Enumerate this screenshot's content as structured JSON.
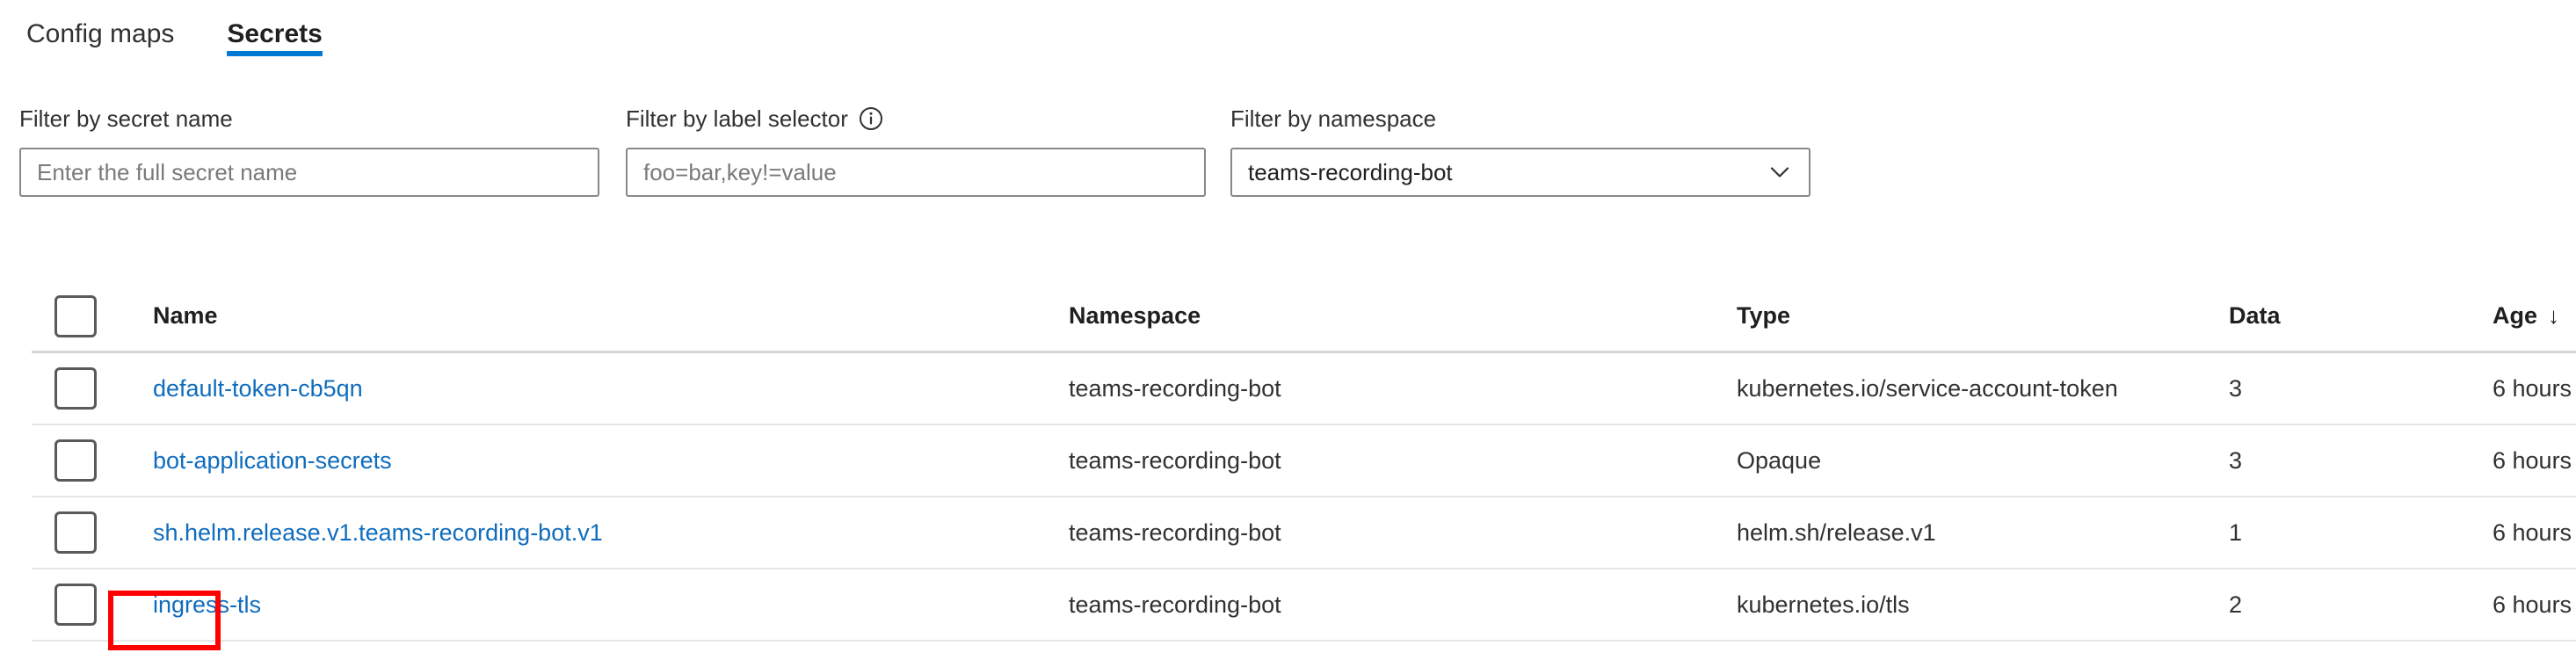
{
  "tabs": [
    {
      "label": "Config maps",
      "active": false
    },
    {
      "label": "Secrets",
      "active": true
    }
  ],
  "filters": {
    "secret_name": {
      "label": "Filter by secret name",
      "placeholder": "Enter the full secret name",
      "value": ""
    },
    "label_selector": {
      "label": "Filter by label selector",
      "info_icon": "info-circle-icon",
      "placeholder": "foo=bar,key!=value",
      "value": ""
    },
    "namespace": {
      "label": "Filter by namespace",
      "value": "teams-recording-bot",
      "chevron_icon": "chevron-down-icon"
    }
  },
  "table": {
    "select_all_checkbox": "select-all-checkbox",
    "columns": [
      {
        "key": "name",
        "label": "Name"
      },
      {
        "key": "namespace",
        "label": "Namespace"
      },
      {
        "key": "type",
        "label": "Type"
      },
      {
        "key": "data",
        "label": "Data"
      },
      {
        "key": "age",
        "label": "Age"
      }
    ],
    "sorted_column": "Age",
    "sort_arrow": "↓",
    "rows": [
      {
        "name": "default-token-cb5qn",
        "namespace": "teams-recording-bot",
        "type": "kubernetes.io/service-account-token",
        "data": "3",
        "age": "6 hours",
        "selected": false,
        "highlighted": false
      },
      {
        "name": "bot-application-secrets",
        "namespace": "teams-recording-bot",
        "type": "Opaque",
        "data": "3",
        "age": "6 hours",
        "selected": false,
        "highlighted": false
      },
      {
        "name": "sh.helm.release.v1.teams-recording-bot.v1",
        "namespace": "teams-recording-bot",
        "type": "helm.sh/release.v1",
        "data": "1",
        "age": "6 hours",
        "selected": false,
        "highlighted": false
      },
      {
        "name": "ingress-tls",
        "namespace": "teams-recording-bot",
        "type": "kubernetes.io/tls",
        "data": "2",
        "age": "6 hours",
        "selected": false,
        "highlighted": true
      }
    ]
  },
  "colors": {
    "accent": "#0078d4",
    "link": "#0f6cbd",
    "highlight": "#ff0000",
    "border": "#8a8886",
    "row_divider": "#e6e6e6"
  }
}
